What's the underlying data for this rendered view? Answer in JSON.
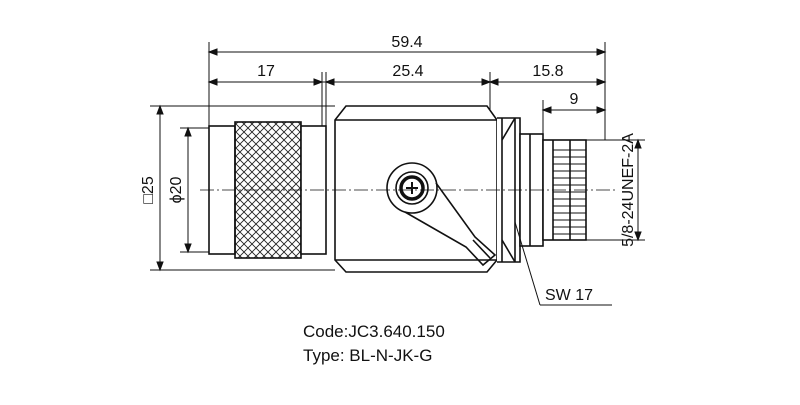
{
  "dimensions": {
    "overall": "59.4",
    "left_section": "17",
    "middle_section": "25.4",
    "right_section": "15.8",
    "thread_length": "9",
    "square": "□25",
    "diameter": "ϕ20",
    "thread": "5/8-24UNEF-2A",
    "wrench": "SW 17"
  },
  "caption": {
    "code": "Code:JC3.640.150",
    "type": "Type: BL-N-JK-G"
  }
}
